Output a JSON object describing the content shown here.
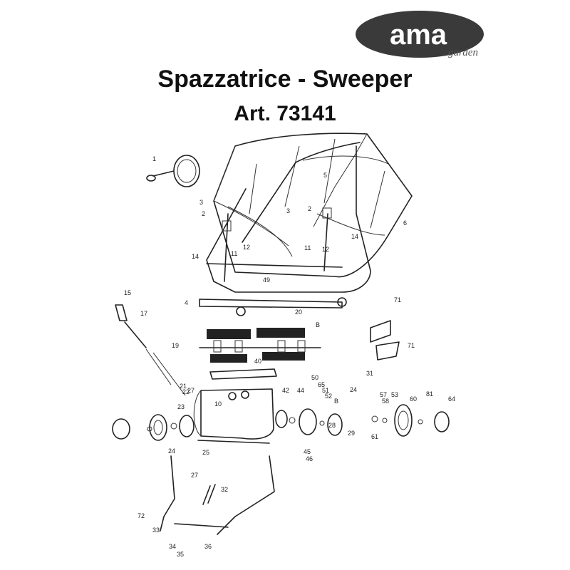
{
  "logo": {
    "brand": "ama",
    "sub": "garden"
  },
  "title": "Spazzatrice - Sweeper",
  "article": "Art. 73141",
  "part_labels": [
    "1",
    "2",
    "3",
    "5",
    "6",
    "2",
    "3",
    "14",
    "11",
    "12",
    "14",
    "11",
    "12",
    "49",
    "4",
    "15",
    "17",
    "20",
    "B",
    "19",
    "71",
    "71",
    "31",
    "40",
    "21",
    "22",
    "27",
    "10",
    "23",
    "24",
    "25",
    "42",
    "50",
    "65",
    "51",
    "52",
    "44",
    "24",
    "B",
    "57",
    "58",
    "53",
    "81",
    "64",
    "60",
    "28",
    "29",
    "61",
    "45",
    "46",
    "27",
    "32",
    "72",
    "33",
    "34",
    "35",
    "36"
  ]
}
